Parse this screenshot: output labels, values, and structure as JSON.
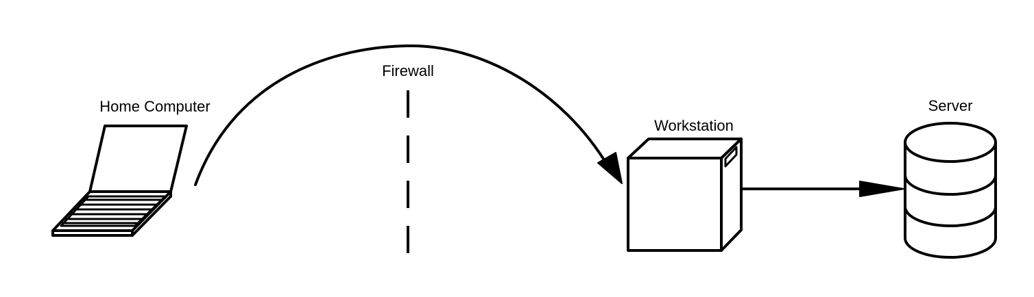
{
  "nodes": {
    "home_computer": {
      "label": "Home Computer",
      "icon": "laptop-icon"
    },
    "firewall": {
      "label": "Firewall",
      "icon": "dashed-line-icon"
    },
    "workstation": {
      "label": "Workstation",
      "icon": "workstation-tower-icon"
    },
    "server": {
      "label": "Server",
      "icon": "database-icon"
    }
  },
  "edges": [
    {
      "from": "home_computer",
      "to": "workstation",
      "style": "curved-arrow"
    },
    {
      "from": "workstation",
      "to": "server",
      "style": "straight-arrow"
    }
  ],
  "colors": {
    "stroke": "#000000",
    "background": "#ffffff"
  }
}
